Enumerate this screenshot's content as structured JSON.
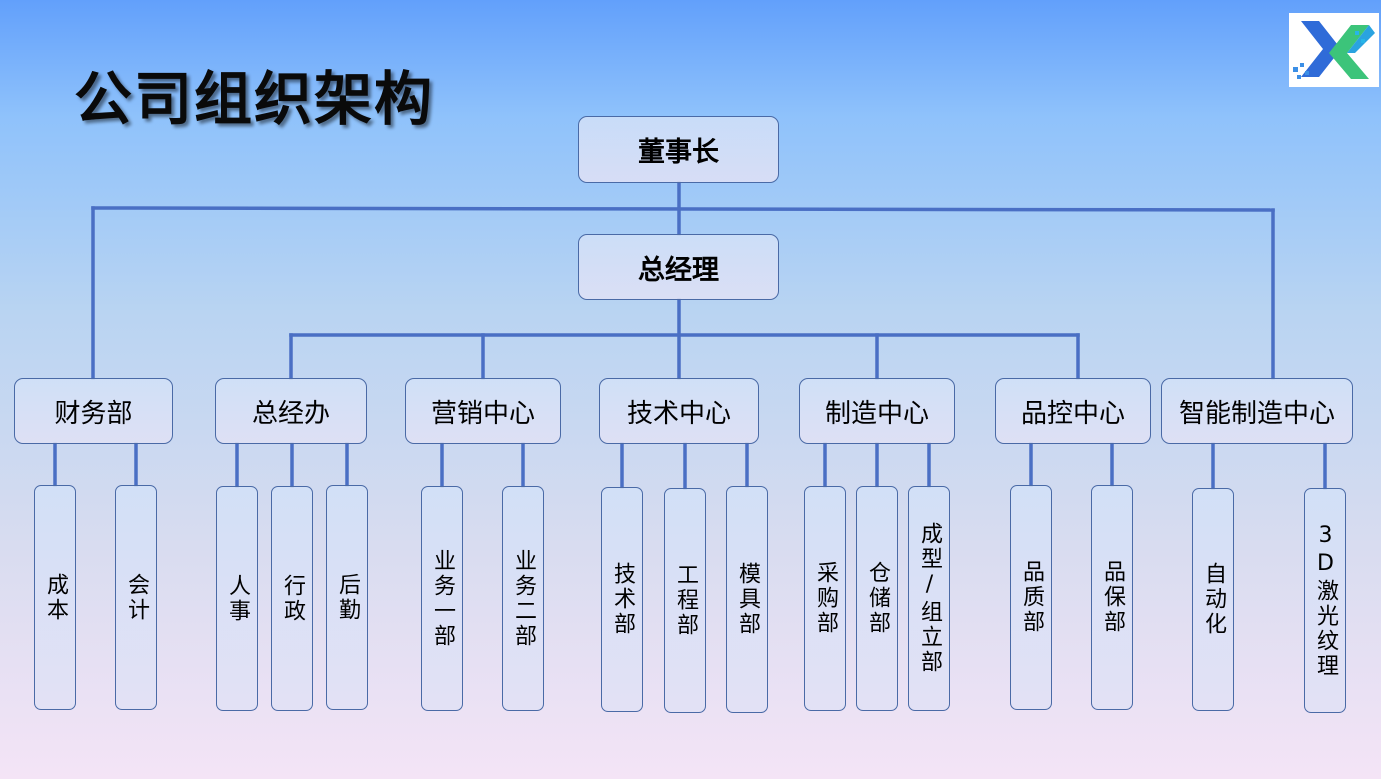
{
  "title": "公司组织架构",
  "logo": {
    "icon": "company-logo-icon",
    "colors": [
      "#3b6ddf",
      "#27b5e8",
      "#47c86a"
    ]
  },
  "colors": {
    "line": "#4a6fc4",
    "border": "#4a6aa6"
  },
  "chairman": "董事长",
  "general_manager": "总经理",
  "departments": [
    {
      "label": "财务部",
      "subs": [
        "成本",
        "会计"
      ]
    },
    {
      "label": "总经办",
      "subs": [
        "人事",
        "行政",
        "后勤"
      ]
    },
    {
      "label": "营销中心",
      "subs": [
        "业务一部",
        "业务二部"
      ]
    },
    {
      "label": "技术中心",
      "subs": [
        "技术部",
        "工程部",
        "模具部"
      ]
    },
    {
      "label": "制造中心",
      "subs": [
        "采购部",
        "仓储部",
        "成型/组立部"
      ]
    },
    {
      "label": "品控中心",
      "subs": [
        "品质部",
        "品保部"
      ]
    },
    {
      "label": "智能制造中心",
      "subs": [
        "自动化",
        "3D激光纹理"
      ]
    }
  ]
}
